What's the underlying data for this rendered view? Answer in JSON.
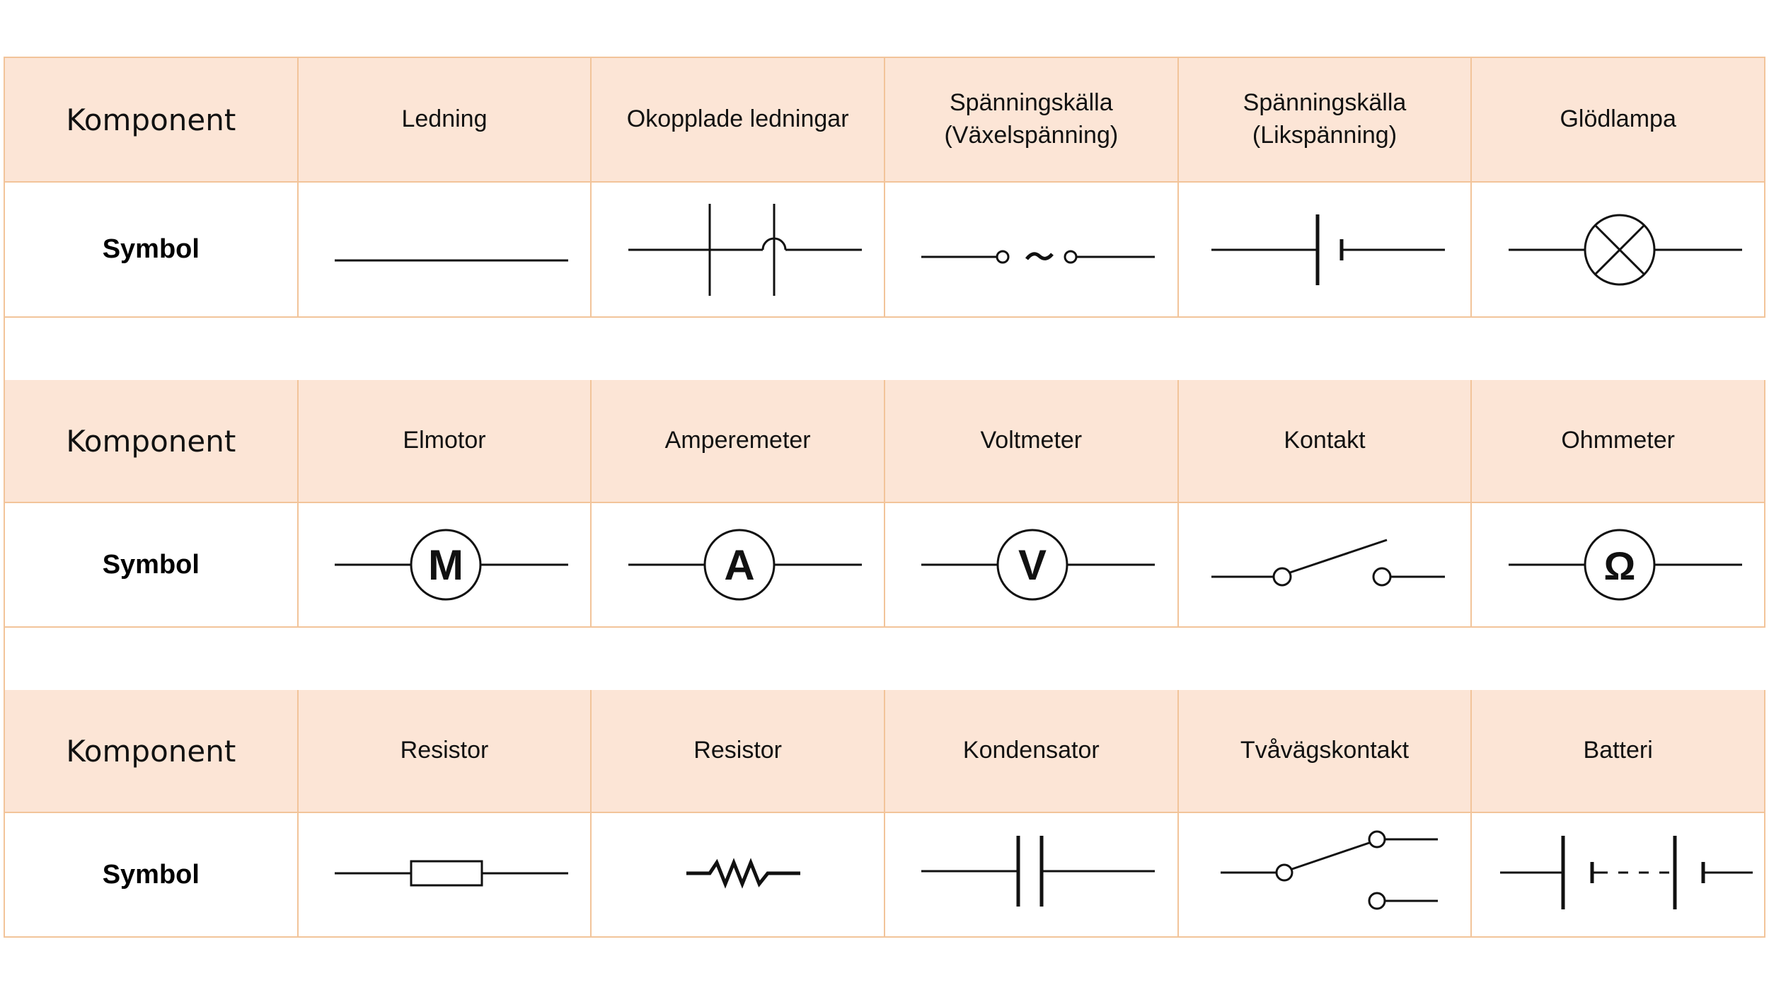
{
  "row_label_component": "Komponent",
  "row_label_symbol": "Symbol",
  "rows": [
    {
      "components": [
        {
          "name": "Ledning",
          "symbol_icon": "wire-icon"
        },
        {
          "name": "Okopplade ledningar",
          "symbol_icon": "unconnected-wires-icon"
        },
        {
          "name": "Spänningskälla\n(Växelspänning)",
          "symbol_icon": "ac-source-icon"
        },
        {
          "name": "Spänningskälla\n(Likspänning)",
          "symbol_icon": "dc-source-icon"
        },
        {
          "name": "Glödlampa",
          "symbol_icon": "lamp-icon"
        }
      ]
    },
    {
      "components": [
        {
          "name": "Elmotor",
          "symbol_icon": "motor-icon",
          "symbol_letter": "M"
        },
        {
          "name": "Amperemeter",
          "symbol_icon": "ammeter-icon",
          "symbol_letter": "A"
        },
        {
          "name": "Voltmeter",
          "symbol_icon": "voltmeter-icon",
          "symbol_letter": "V"
        },
        {
          "name": "Kontakt",
          "symbol_icon": "switch-icon"
        },
        {
          "name": "Ohmmeter",
          "symbol_icon": "ohmmeter-icon",
          "symbol_letter": "Ω"
        }
      ]
    },
    {
      "components": [
        {
          "name": "Resistor",
          "symbol_icon": "resistor-box-icon"
        },
        {
          "name": "Resistor",
          "symbol_icon": "resistor-zigzag-icon"
        },
        {
          "name": "Kondensator",
          "symbol_icon": "capacitor-icon"
        },
        {
          "name": "Tvåvägskontakt",
          "symbol_icon": "two-way-switch-icon"
        },
        {
          "name": "Batteri",
          "symbol_icon": "battery-icon"
        }
      ]
    }
  ],
  "colors": {
    "header_bg": "#fce5d6",
    "border": "#f2c49a",
    "symbol_stroke": "#111111"
  }
}
